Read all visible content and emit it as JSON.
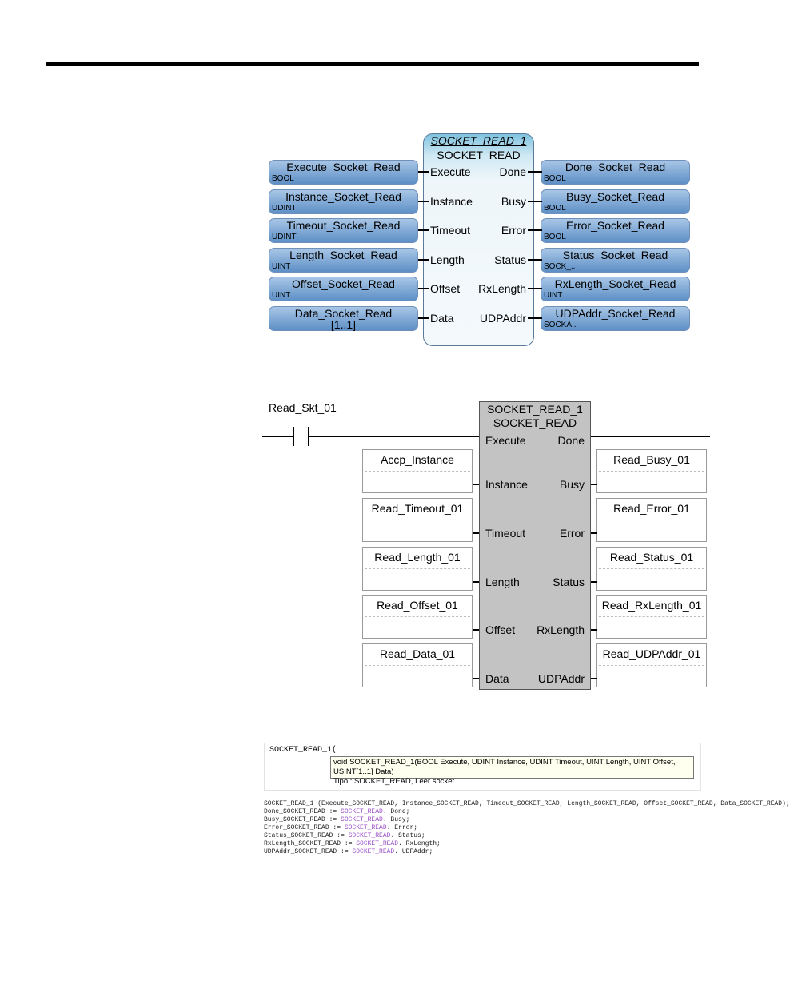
{
  "fbd": {
    "instance": "SOCKET_READ_1",
    "type": "SOCKET_READ",
    "inputs": [
      {
        "pin": "Execute",
        "var": "Execute_Socket_Read",
        "dtype": "BOOL"
      },
      {
        "pin": "Instance",
        "var": "Instance_Socket_Read",
        "dtype": "UDINT"
      },
      {
        "pin": "Timeout",
        "var": "Timeout_Socket_Read",
        "dtype": "UDINT"
      },
      {
        "pin": "Length",
        "var": "Length_Socket_Read",
        "dtype": "UINT"
      },
      {
        "pin": "Offset",
        "var": "Offset_Socket_Read",
        "dtype": "UINT"
      },
      {
        "pin": "Data",
        "var": "Data_Socket_Read",
        "dtype": "[1..1]"
      }
    ],
    "outputs": [
      {
        "pin": "Done",
        "var": "Done_Socket_Read",
        "dtype": "BOOL"
      },
      {
        "pin": "Busy",
        "var": "Busy_Socket_Read",
        "dtype": "BOOL"
      },
      {
        "pin": "Error",
        "var": "Error_Socket_Read",
        "dtype": "BOOL"
      },
      {
        "pin": "Status",
        "var": "Status_Socket_Read",
        "dtype": "SOCK_.."
      },
      {
        "pin": "RxLength",
        "var": "RxLength_Socket_Read",
        "dtype": "UINT"
      },
      {
        "pin": "UDPAddr",
        "var": "UDPAddr_Socket_Read",
        "dtype": "SOCKA.."
      }
    ]
  },
  "ladder": {
    "contact": "Read_Skt_01",
    "instance": "SOCKET_READ_1",
    "type": "SOCKET_READ",
    "execute_pin": "Execute",
    "done_pin": "Done",
    "inputs": [
      {
        "pin": "Instance",
        "var": "Accp_Instance"
      },
      {
        "pin": "Timeout",
        "var": "Read_Timeout_01"
      },
      {
        "pin": "Length",
        "var": "Read_Length_01"
      },
      {
        "pin": "Offset",
        "var": "Read_Offset_01"
      },
      {
        "pin": "Data",
        "var": "Read_Data_01"
      }
    ],
    "outputs": [
      {
        "pin": "Busy",
        "var": "Read_Busy_01"
      },
      {
        "pin": "Error",
        "var": "Read_Error_01"
      },
      {
        "pin": "Status",
        "var": "Read_Status_01"
      },
      {
        "pin": "RxLength",
        "var": "Read_RxLength_01"
      },
      {
        "pin": "UDPAddr",
        "var": "Read_UDPAddr_01"
      }
    ]
  },
  "st": {
    "caller": "SOCKET_READ_1(",
    "tooltip_line1": "void SOCKET_READ_1(BOOL Execute, UDINT Instance, UDINT Timeout, UINT Length, UINT Offset, USINT[1..1] Data)",
    "tooltip_line2": "Tipo : SOCKET_READ, Leer socket",
    "code_lines": [
      {
        "pre": "SOCKET_READ_1 (Execute_SOCKET_READ, Instance_SOCKET_READ, Timeout_SOCKET_READ, Length_SOCKET_READ, Offset_SOCKET_READ, Data_SOCKET_READ);",
        "kw": "",
        "post": ""
      },
      {
        "pre": "Done_SOCKET_READ := ",
        "kw": "SOCKET_READ",
        "post": ". Done;"
      },
      {
        "pre": "Busy_SOCKET_READ := ",
        "kw": "SOCKET_READ",
        "post": ". Busy;"
      },
      {
        "pre": "Error_SOCKET_READ := ",
        "kw": "SOCKET_READ",
        "post": ". Error;"
      },
      {
        "pre": "Status_SOCKET_READ := ",
        "kw": "SOCKET_READ",
        "post": ". Status;"
      },
      {
        "pre": "RxLength_SOCKET_READ := ",
        "kw": "SOCKET_READ",
        "post": ". RxLength;"
      },
      {
        "pre": "UDPAddr_SOCKET_READ := ",
        "kw": "SOCKET_READ",
        "post": ". UDPAddr;"
      }
    ]
  }
}
